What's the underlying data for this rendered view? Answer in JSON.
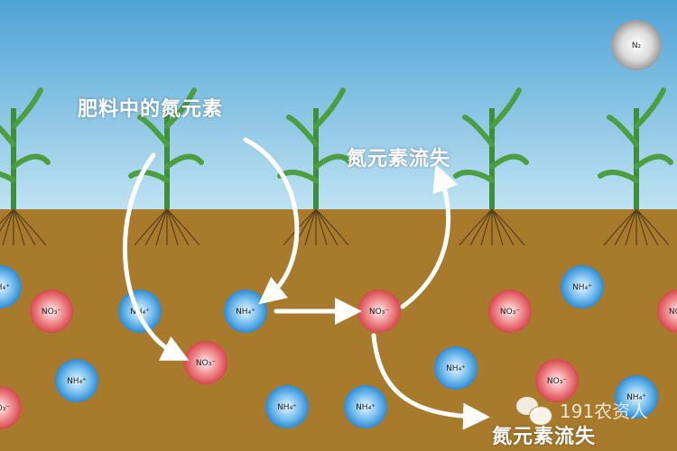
{
  "labels": {
    "fertilizer_nitrogen": "肥料中的氮元素",
    "nitrogen_loss_air": "氮元素流失",
    "nitrogen_loss_soil": "氮元素流失"
  },
  "ions": {
    "ammonium": "NH₄⁺",
    "nitrate": "NO₃⁻",
    "nitrogen_gas": "N₂"
  },
  "watermark": "191农资人",
  "colors": {
    "sky_top": "#4fa3d6",
    "sky_bottom": "#bfe3f2",
    "soil": "#a87a2c",
    "ammonium_ball": "#3d9be0",
    "nitrate_ball": "#e0585e",
    "nitrogen_gas_ball": "#b8b8b8",
    "plant": "#3f8f3a",
    "arrow": "#ffffff"
  }
}
